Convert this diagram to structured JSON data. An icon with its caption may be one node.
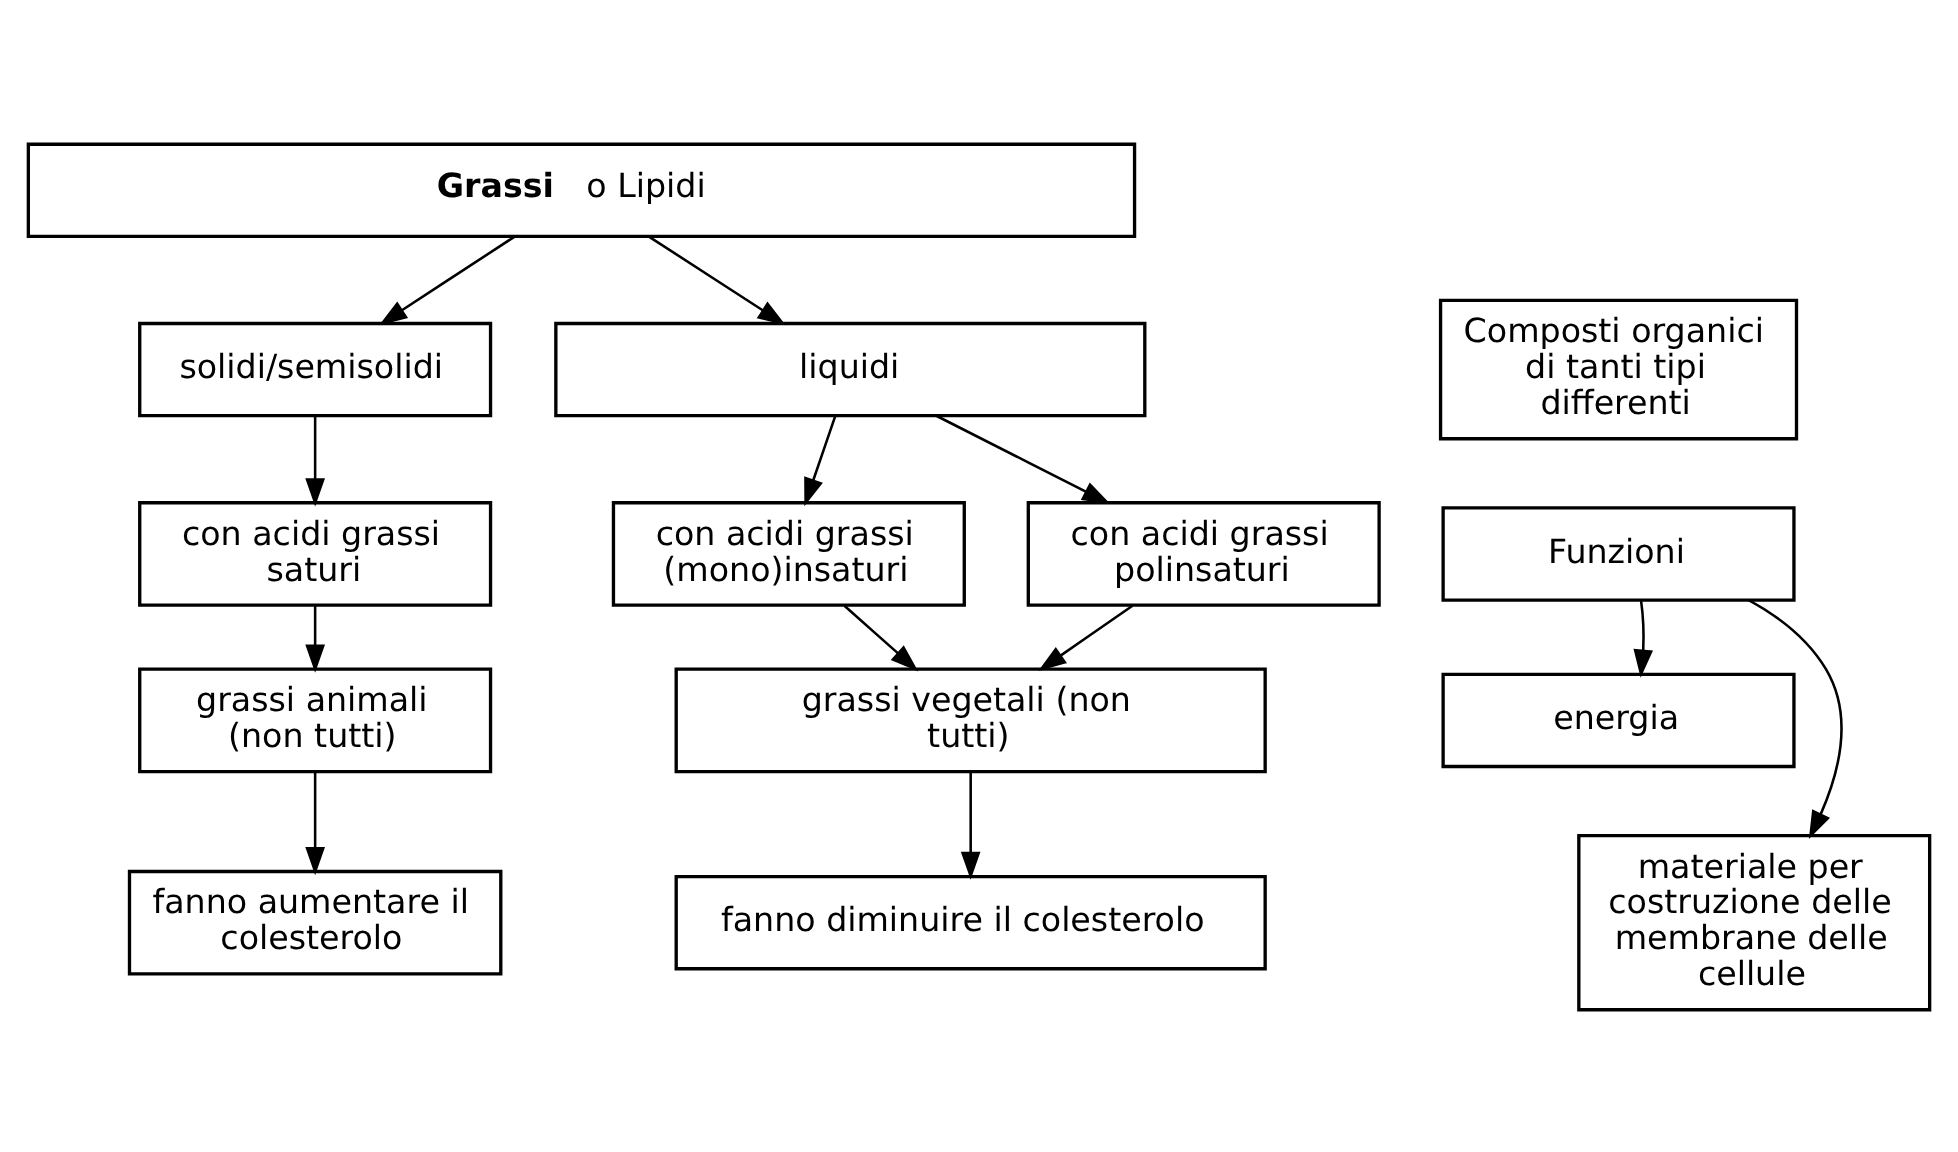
{
  "diagram": {
    "nodes": [
      {
        "text": [
          "Grassi",
          "o Lipidi"
        ]
      },
      {
        "text": [
          "Composti organici di tanti tipi differenti"
        ]
      },
      {
        "text": [
          "solidi/semisolidi"
        ]
      },
      {
        "text": [
          "liquidi"
        ]
      },
      {
        "text": [
          "Funzioni"
        ]
      },
      {
        "text": [
          "con acidi grassi saturi"
        ]
      },
      {
        "text": [
          "con acidi grassi (mono)insaturi"
        ]
      },
      {
        "text": [
          "con acidi grassi polinsaturi"
        ]
      },
      {
        "text": [
          "energia"
        ]
      },
      {
        "text": [
          "grassi animali (non tutti)"
        ]
      },
      {
        "text": [
          "grassi vegetali (non tutti)"
        ]
      },
      {
        "text": [
          "materiale per costruzione delle membrane delle cellule"
        ]
      },
      {
        "text": [
          "fanno aumentare il colesterolo"
        ]
      },
      {
        "text": [
          "fanno diminuire il colesterolo"
        ]
      }
    ],
    "edges": [
      {
        "from": 0,
        "to": 2,
        "arrow": "to"
      },
      {
        "from": 0,
        "to": 3,
        "arrow": "to"
      },
      {
        "from": 2,
        "to": 5,
        "arrow": "to"
      },
      {
        "from": 3,
        "to": 6,
        "arrow": "to"
      },
      {
        "from": 3,
        "to": 7,
        "arrow": "to"
      },
      {
        "from": 4,
        "to": 8,
        "arrow": "to"
      },
      {
        "from": 4,
        "to": 11,
        "arrow": "to"
      },
      {
        "from": 5,
        "to": 9,
        "arrow": "to"
      },
      {
        "from": 6,
        "to": 10,
        "arrow": "to"
      },
      {
        "from": 7,
        "to": 10,
        "arrow": "to"
      },
      {
        "from": 9,
        "to": 12,
        "arrow": "to"
      },
      {
        "from": 10,
        "to": 13,
        "arrow": "to"
      }
    ]
  }
}
